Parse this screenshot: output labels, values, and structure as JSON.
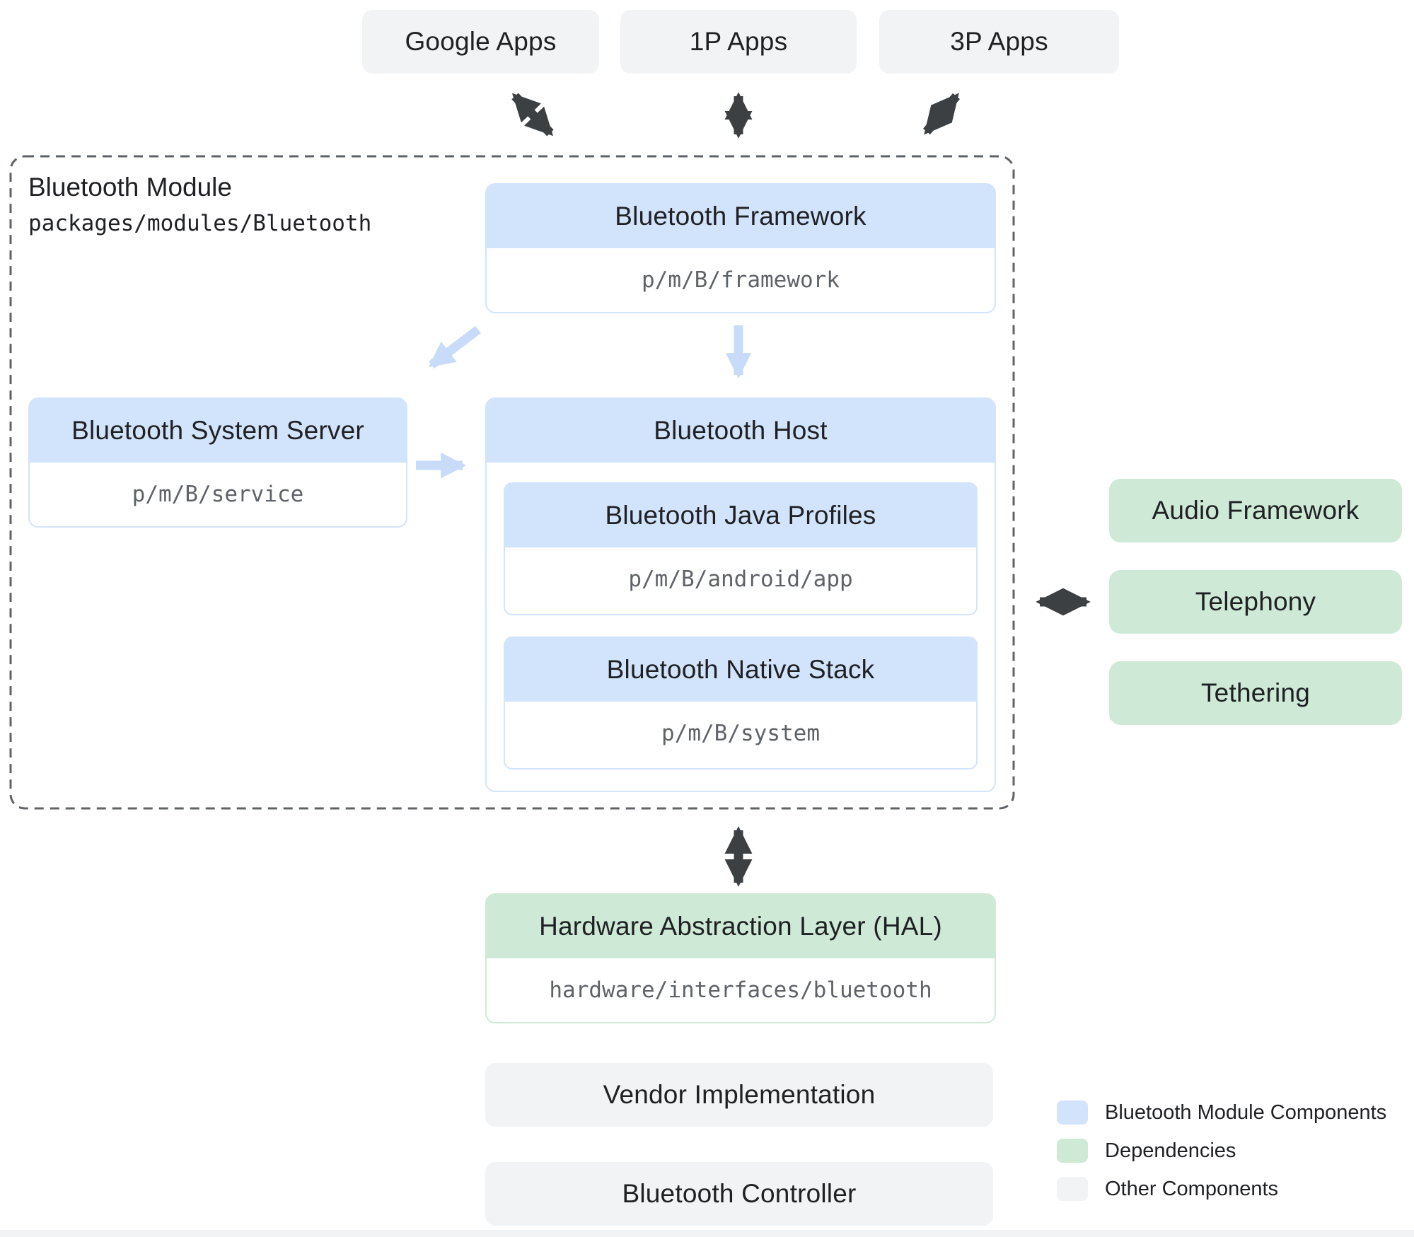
{
  "top_apps": [
    {
      "label": "Google Apps"
    },
    {
      "label": "1P Apps"
    },
    {
      "label": "3P Apps"
    }
  ],
  "module": {
    "title": "Bluetooth Module",
    "path": "packages/modules/Bluetooth",
    "framework": {
      "title": "Bluetooth Framework",
      "path": "p/m/B/framework"
    },
    "system_server": {
      "title": "Bluetooth System Server",
      "path": "p/m/B/service"
    },
    "host": {
      "title": "Bluetooth Host",
      "java_profiles": {
        "title": "Bluetooth Java Profiles",
        "path": "p/m/B/android/app"
      },
      "native_stack": {
        "title": "Bluetooth Native Stack",
        "path": "p/m/B/system"
      }
    }
  },
  "dependencies": [
    {
      "label": "Audio Framework"
    },
    {
      "label": "Telephony"
    },
    {
      "label": "Tethering"
    }
  ],
  "hal": {
    "title": "Hardware Abstraction Layer (HAL)",
    "path": "hardware/interfaces/bluetooth"
  },
  "other_components": [
    {
      "label": "Vendor Implementation"
    },
    {
      "label": "Bluetooth Controller"
    }
  ],
  "legend": [
    {
      "label": "Bluetooth Module Components",
      "color": "#d2e3fc"
    },
    {
      "label": "Dependencies",
      "color": "#ceead6"
    },
    {
      "label": "Other Components",
      "color": "#f1f3f4"
    }
  ],
  "colors": {
    "module_component_fill": "#d2e3fc",
    "dependency_fill": "#ceead6",
    "other_fill": "#f1f3f4",
    "dark_arrow": "#3c4043",
    "light_arrow": "#c8dcfa",
    "module_border": "#5f6368"
  }
}
